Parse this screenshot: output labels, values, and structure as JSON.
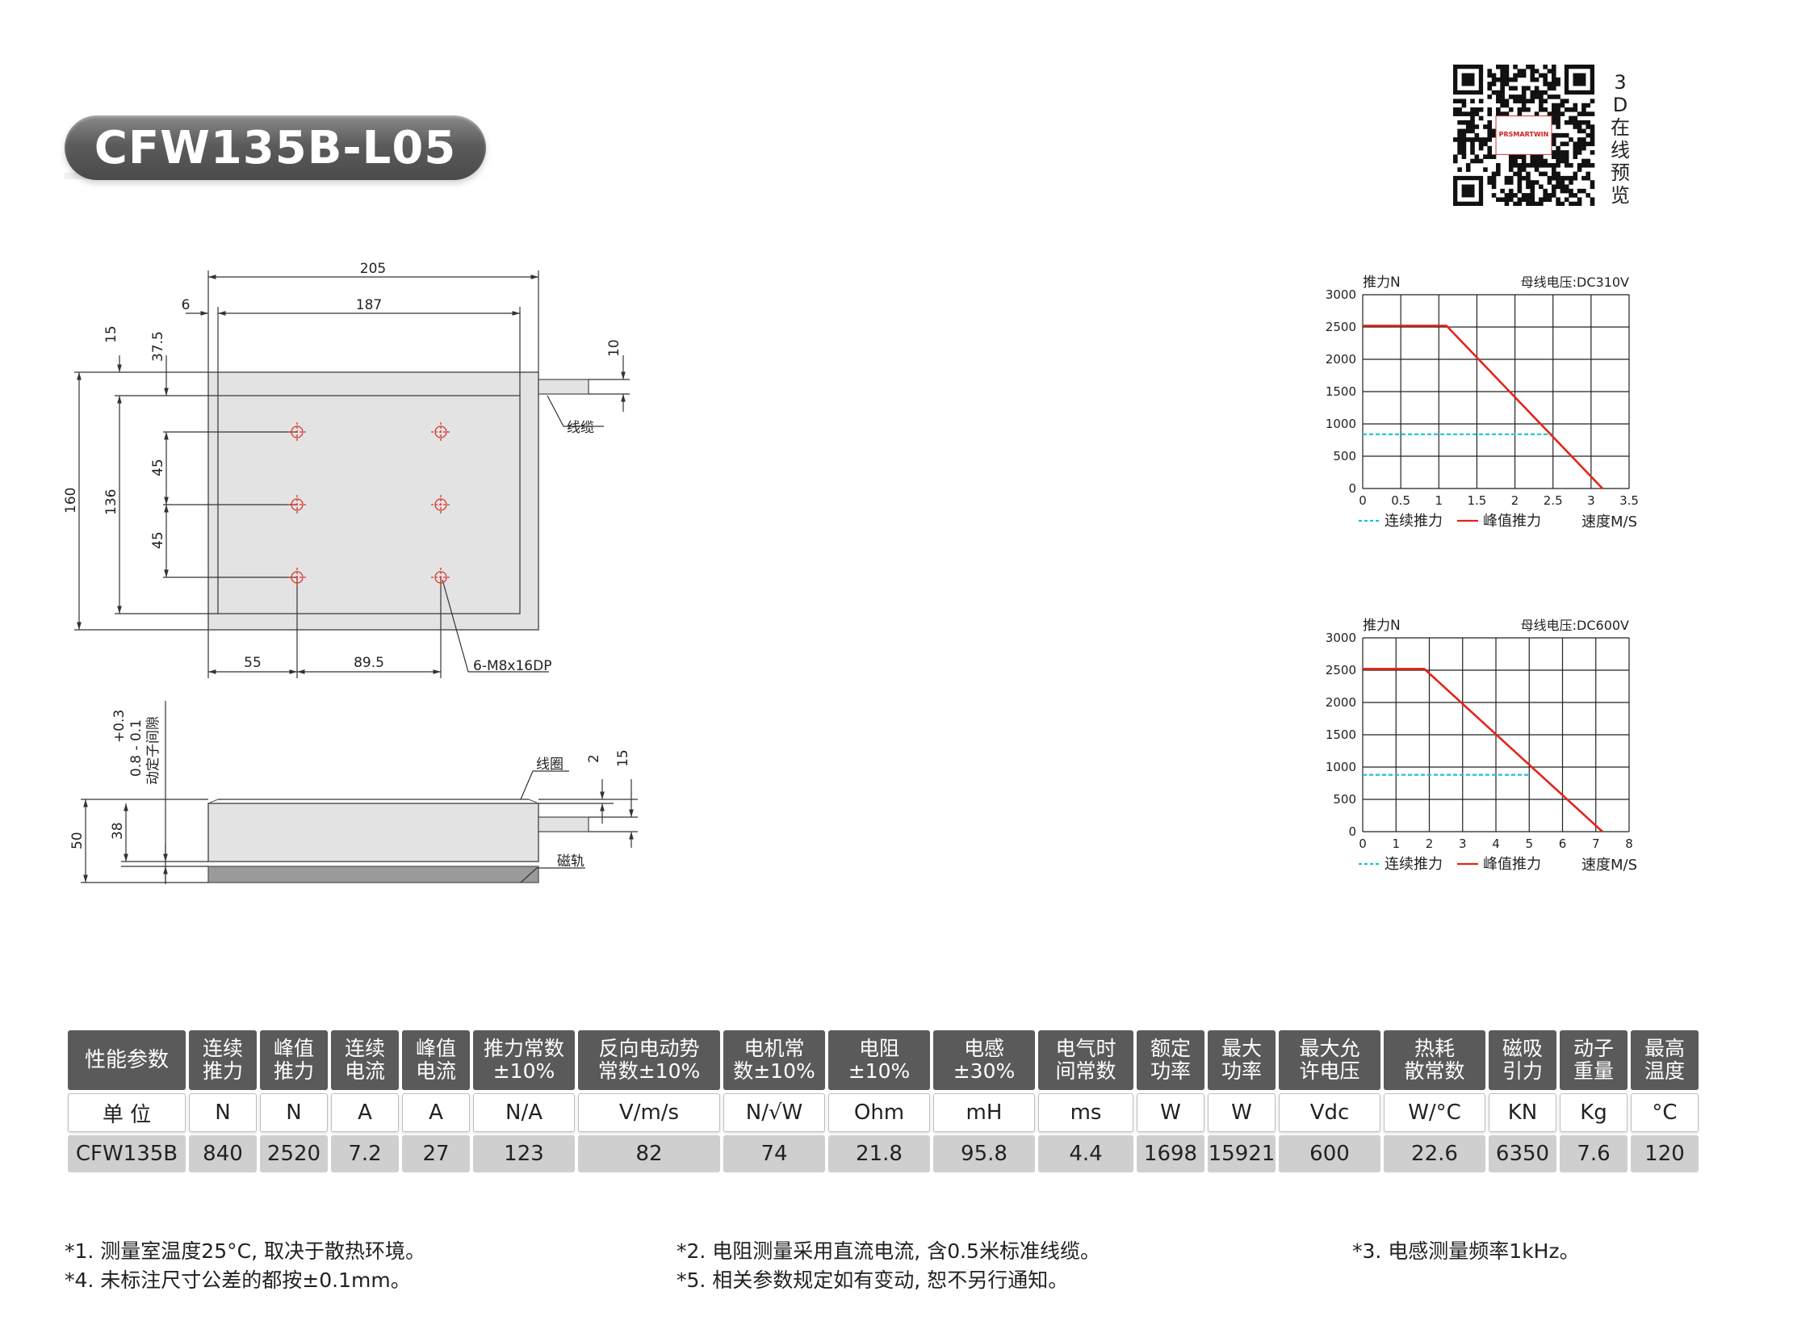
{
  "title": "CFW135B-L05",
  "qr_caption": [
    "3",
    "D",
    "在",
    "线",
    "预",
    "览"
  ],
  "qr_logo_text": "PRSMARTWIN",
  "drawing_top": {
    "dim_205": "205",
    "dim_187": "187",
    "dim_6": "6",
    "dim_15": "15",
    "dim_37_5": "37.5",
    "dim_10": "10",
    "dim_160": "160",
    "dim_136": "136",
    "dim_45a": "45",
    "dim_45b": "45",
    "dim_55": "55",
    "dim_89_5": "89.5",
    "label_cable": "线缆",
    "label_holes": "6-M8x16DP"
  },
  "drawing_side": {
    "gap_tol_plus": "+0.3",
    "gap_tol_main": "0.8 - 0.1",
    "gap_label": "动定子间隙",
    "label_coil": "线圈",
    "label_rail": "磁轨",
    "dim_2": "2",
    "dim_15": "15",
    "dim_50": "50",
    "dim_38": "38"
  },
  "chart_data": [
    {
      "type": "line",
      "title": "母线电压:DC310V",
      "ylabel": "推力N",
      "xlabel": "速度M/S",
      "xlim": [
        0,
        3.5
      ],
      "ylim": [
        0,
        3000
      ],
      "xticks": [
        "0",
        "0.5",
        "1",
        "1.5",
        "2",
        "2.5",
        "3",
        "3.5"
      ],
      "yticks": [
        "0",
        "500",
        "1000",
        "1500",
        "2000",
        "2500",
        "3000"
      ],
      "grid": true,
      "legend_position": "bottom",
      "series": [
        {
          "name": "连续推力",
          "color": "#19c3d6",
          "style": "dashed",
          "x": [
            0,
            2.5
          ],
          "y": [
            840,
            840
          ]
        },
        {
          "name": "峰值推力",
          "color": "#e3231b",
          "style": "solid",
          "x": [
            0,
            1.1,
            3.15
          ],
          "y": [
            2520,
            2520,
            0
          ]
        }
      ]
    },
    {
      "type": "line",
      "title": "母线电压:DC600V",
      "ylabel": "推力N",
      "xlabel": "速度M/S",
      "xlim": [
        0,
        8
      ],
      "ylim": [
        0,
        3000
      ],
      "xticks": [
        "0",
        "1",
        "2",
        "3",
        "4",
        "5",
        "6",
        "7",
        "8"
      ],
      "yticks": [
        "0",
        "500",
        "1000",
        "1500",
        "2000",
        "2500",
        "3000"
      ],
      "grid": true,
      "legend_position": "bottom",
      "series": [
        {
          "name": "连续推力",
          "color": "#19c3d6",
          "style": "dashed",
          "x": [
            0,
            5
          ],
          "y": [
            880,
            880
          ]
        },
        {
          "name": "峰值推力",
          "color": "#e3231b",
          "style": "solid",
          "x": [
            0,
            1.85,
            7.2
          ],
          "y": [
            2520,
            2520,
            0
          ]
        }
      ]
    }
  ],
  "spec_table": {
    "headers": [
      [
        "性能参数"
      ],
      [
        "连续",
        "推力"
      ],
      [
        "峰值",
        "推力"
      ],
      [
        "连续",
        "电流"
      ],
      [
        "峰值",
        "电流"
      ],
      [
        "推力常数",
        "±10%"
      ],
      [
        "反向电动势",
        "常数±10%"
      ],
      [
        "电机常",
        "数±10%"
      ],
      [
        "电阻",
        "±10%"
      ],
      [
        "电感",
        "±30%"
      ],
      [
        "电气时",
        "间常数"
      ],
      [
        "额定",
        "功率"
      ],
      [
        "最大",
        "功率"
      ],
      [
        "最大允",
        "许电压"
      ],
      [
        "热耗",
        "散常数"
      ],
      [
        "磁吸",
        "引力"
      ],
      [
        "动子",
        "重量"
      ],
      [
        "最高",
        "温度"
      ]
    ],
    "units": [
      "单 位",
      "N",
      "N",
      "A",
      "A",
      "N/A",
      "V/m/s",
      "N/√W",
      "Ohm",
      "mH",
      "ms",
      "W",
      "W",
      "Vdc",
      "W/°C",
      "KN",
      "Kg",
      "°C"
    ],
    "values": [
      "CFW135B",
      "840",
      "2520",
      "7.2",
      "27",
      "123",
      "82",
      "74",
      "21.8",
      "95.8",
      "4.4",
      "1698",
      "15921",
      "600",
      "22.6",
      "6350",
      "7.6",
      "120"
    ]
  },
  "notes": [
    "*1. 测量室温度25°C, 取决于散热环境。",
    "*2. 电阻测量采用直流电流, 含0.5米标准线缆。",
    "*3. 电感测量频率1kHz。",
    "*4. 未标注尺寸公差的都按±0.1mm。",
    "*5. 相关参数规定如有变动, 恕不另行通知。"
  ]
}
